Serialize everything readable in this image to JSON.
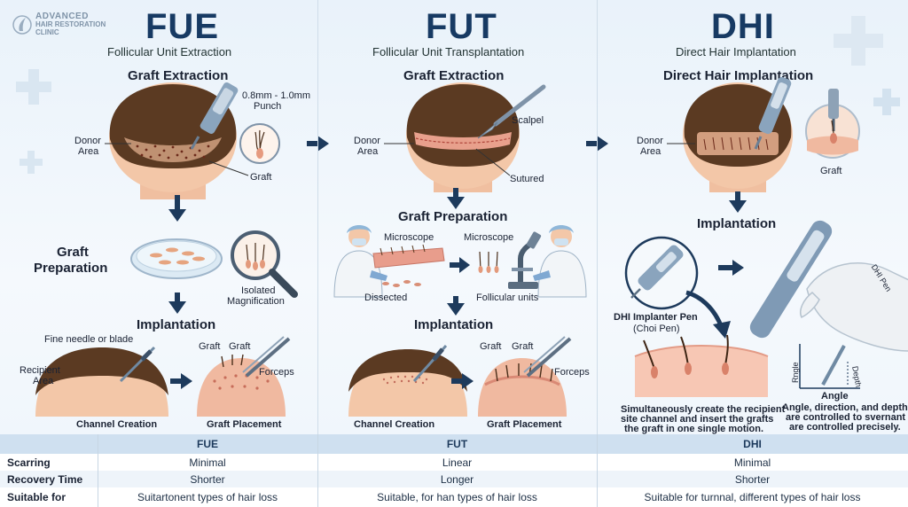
{
  "logo": {
    "line1": "ADVANCED",
    "line2": "HAIR RESTORATION",
    "line3": "CLINIC"
  },
  "fue": {
    "title": "FUE",
    "subtitle": "Follicular Unit Extraction",
    "step1": "Graft Extraction",
    "punch": "0.8mm - 1.0mm",
    "punch2": "Punch",
    "donor": "Donor",
    "area": "Area",
    "graft": "Graft",
    "step2a": "Graft",
    "step2b": "Preparation",
    "isolated": "Isolated",
    "magnification": "Magnification",
    "step3": "Implantation",
    "needle": "Fine needle or blade",
    "recipient": "Recipient",
    "recipient2": "Area",
    "graftA": "Graft",
    "graftB": "Graft",
    "forceps": "Forceps",
    "channel": "Channel Creation",
    "placement": "Graft Placement"
  },
  "fut": {
    "title": "FUT",
    "subtitle": "Follicular Unit Transplantation",
    "step1": "Graft Extraction",
    "scalpel": "Scalpel",
    "donor": "Donor",
    "area": "Area",
    "sutured": "Sutured",
    "step2": "Graft Preparation",
    "microscope1": "Microscope",
    "microscope2": "Microscope",
    "dissected": "Dissected",
    "units": "Follicular units",
    "step3": "Implantation",
    "graftA": "Graft",
    "graftB": "Graft",
    "forceps": "Forceps",
    "channel": "Channel Creation",
    "placement": "Graft Placement"
  },
  "dhi": {
    "title": "DHI",
    "subtitle": "Direct Hair Implantation",
    "step1": "Direct Hair Implantation",
    "donor": "Donor",
    "area": "Area",
    "graft": "Graft",
    "step2": "Implantation",
    "pen": "DHI Implanter Pen",
    "pen2": "(Choi Pen)",
    "penlabel": "DHI Pen",
    "desc1": "Simultaneously create the recipient",
    "desc2": "site channel and insert the grafts",
    "desc3": "the graft in one single motion.",
    "angle_y": "Rngle",
    "depth": "Depth",
    "angle": "Angle",
    "adesc1": "Angle, direction, and depth",
    "adesc2": "are controlled to svernant",
    "adesc3": "are controlled precisely."
  },
  "table": {
    "headers": [
      "FUE",
      "FUT",
      "DHI"
    ],
    "rows": [
      {
        "label": "Scarring",
        "fue": "Minimal",
        "fut": "Linear",
        "dhi": "Minimal"
      },
      {
        "label": "Recovery Time",
        "fue": "Shorter",
        "fut": "Longer",
        "dhi": "Shorter"
      },
      {
        "label": "Suitable for",
        "fue": "Suitartonent types of hair loss",
        "fut": "Suitable, for han types of hair loss",
        "dhi": "Suitable for turnnal, different types of hair loss"
      }
    ]
  },
  "colors": {
    "title": "#173a63",
    "arrow": "#1d3a5c",
    "skin": "#f3c7a8",
    "hair": "#5b3a22",
    "accent": "#5f8fc0"
  }
}
